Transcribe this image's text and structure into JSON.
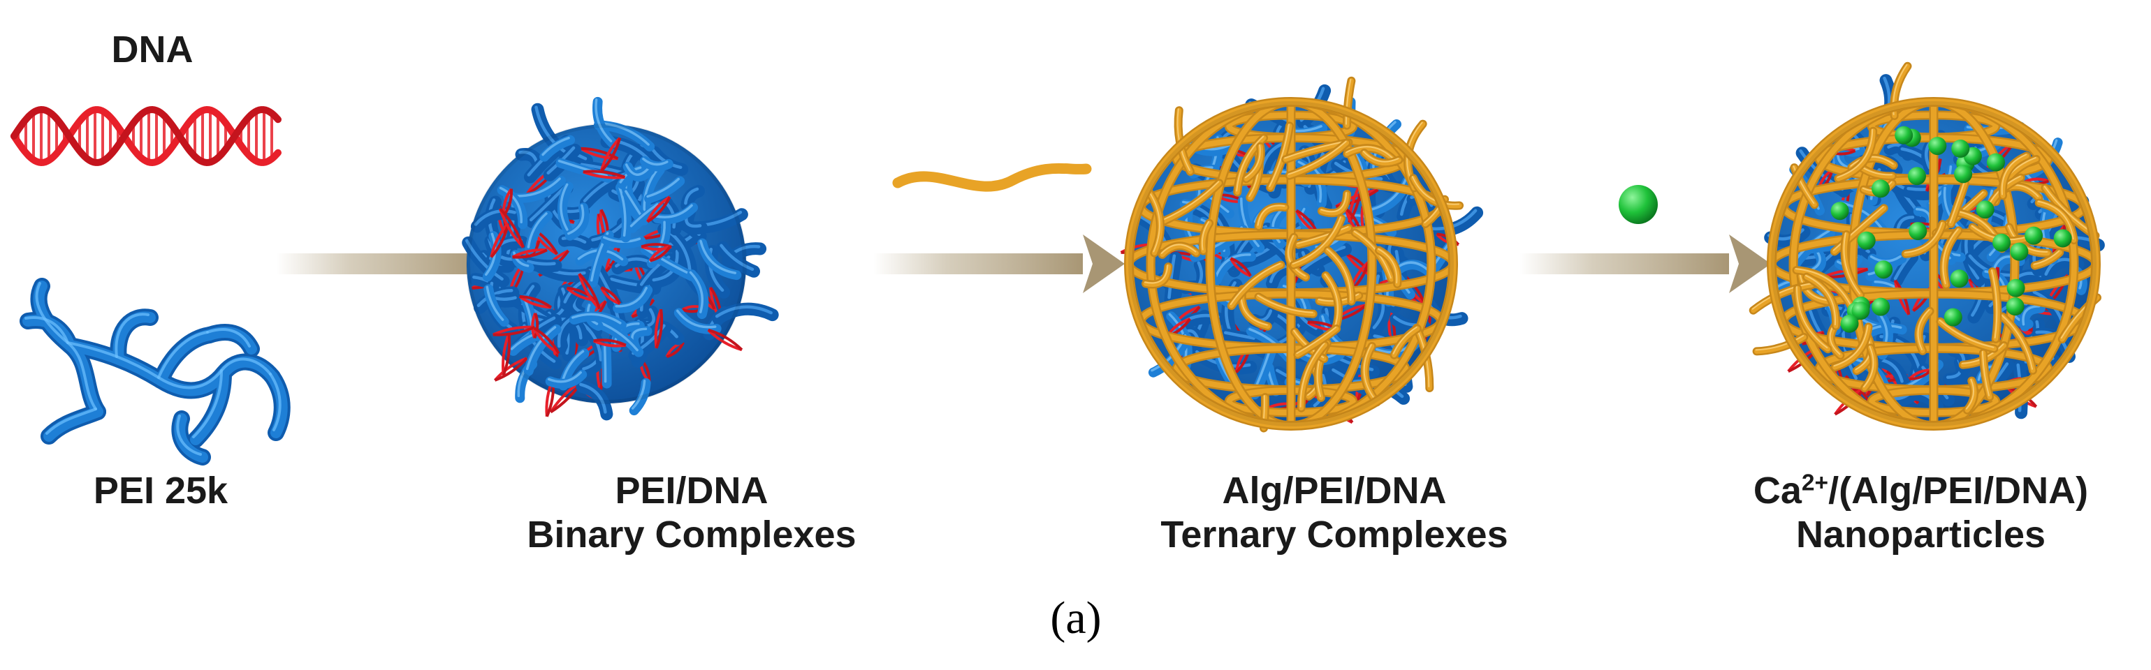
{
  "labels": {
    "dna": "DNA",
    "pei": "PEI 25k",
    "binary_line1": "PEI/DNA",
    "binary_line2": "Binary Complexes",
    "ternary_line1": "Alg/PEI/DNA",
    "ternary_line2": "Ternary Complexes",
    "nano_prefix": "Ca",
    "nano_sup": "2+",
    "nano_suffix": "/(Alg/PEI/DNA)",
    "nano_line2": "Nanoparticles"
  },
  "caption": "(a)",
  "colors": {
    "dna": "#e8202a",
    "pei": "#1e7fd6",
    "alginate": "#e8a326",
    "calcium": "#1fc23a",
    "arrow": "#b5a686"
  }
}
